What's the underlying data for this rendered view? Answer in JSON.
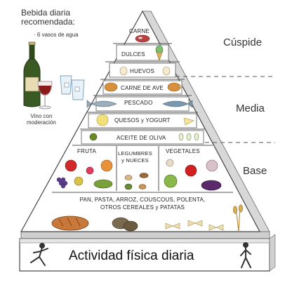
{
  "recommendation": {
    "title_line1": "Bebida diaria",
    "title_line2": "recomendada:",
    "water": "6 vasos de agua",
    "wine_line1": "Vino con",
    "wine_line2": "moderación"
  },
  "levels": {
    "cuspide": "Cúspide",
    "media": "Media",
    "base": "Base"
  },
  "tiers": {
    "carne": "CARNE",
    "dulces": "DULCES",
    "huevos": "HUEVOS",
    "carne_de_ave": "CARNE DE AVE",
    "pescado": "PESCADO",
    "quesos": "QUESOS y YOGURT",
    "aceite": "ACEITE DE OLIVA",
    "fruta": "FRUTA",
    "legumbres_line1": "LEGUMBRES",
    "legumbres_line2": "y NUECES",
    "vegetales": "VEGETALES",
    "cereales_line1": "PAN, PASTA, ARROZ, COUSCOUS, POLENTA,",
    "cereales_line2": "OTROS CEREALES y PATATAS"
  },
  "footer": {
    "activity": "Actividad física diaria"
  },
  "colors": {
    "outline": "#444444",
    "pyramid_side": "#dcdcdc",
    "pyramid_face": "#ffffff",
    "dashed_line": "#555555"
  }
}
